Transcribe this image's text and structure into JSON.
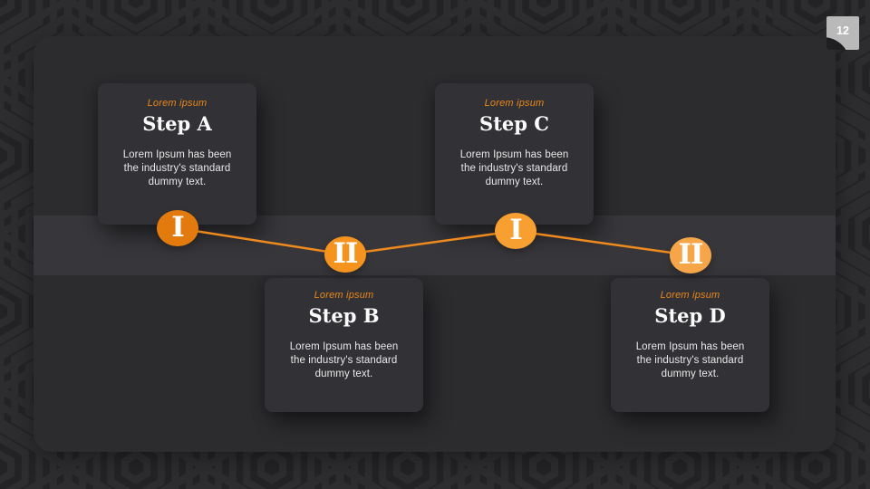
{
  "slide": {
    "page_number": "12",
    "label_color": "#e8861a",
    "panel_color": "#2c2c2f",
    "band_color": "#37373b",
    "card_color": "#323236"
  },
  "timeline": {
    "line_color": "#ee8a1e",
    "node_colors": [
      "#e27a0d",
      "#f5931f",
      "#f89f31",
      "#f6a648"
    ],
    "nodes": [
      {
        "numeral": "I"
      },
      {
        "numeral": "II"
      },
      {
        "numeral": "I"
      },
      {
        "numeral": "II"
      }
    ]
  },
  "steps": [
    {
      "label": "Lorem ipsum",
      "title": "Step A",
      "numeral": "I",
      "body": "Lorem Ipsum has been\nthe industry's standard\ndummy text."
    },
    {
      "label": "Lorem ipsum",
      "title": "Step B",
      "numeral": "II",
      "body": "Lorem Ipsum has been\nthe industry's standard\ndummy text."
    },
    {
      "label": "Lorem ipsum",
      "title": "Step C",
      "numeral": "I",
      "body": "Lorem Ipsum has been\nthe industry's standard\ndummy text."
    },
    {
      "label": "Lorem ipsum",
      "title": "Step D",
      "numeral": "II",
      "body": "Lorem Ipsum has been\nthe industry's standard\ndummy text."
    }
  ]
}
